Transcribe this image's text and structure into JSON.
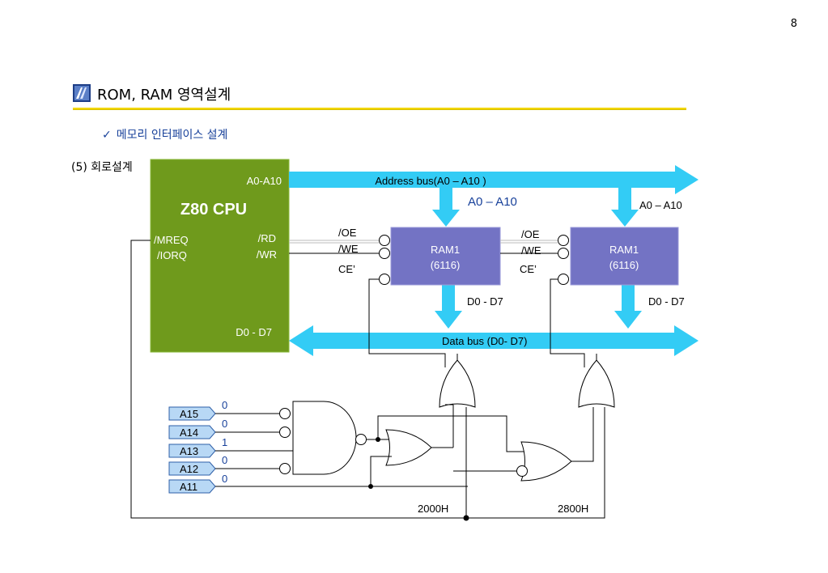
{
  "page_number": "8",
  "title": "ROM, RAM 영역설계",
  "subtitle": "메모리 인터페이스 설계",
  "section_label": "(5) 회로설계",
  "cpu": {
    "name": "Z80 CPU",
    "addr_label": "A0-A10",
    "mreq": "/MREQ",
    "iorq": "/IORQ",
    "rd": "/RD",
    "wr": "/WR",
    "data_label": "D0 - D7"
  },
  "address_bus_label": "Address bus(A0 – A10 )",
  "data_bus_label": "Data bus (D0- D7)",
  "ram1": {
    "addr_arrow_label": "A0 – A10",
    "name": "RAM1",
    "part": "(6116)",
    "oe": "/OE",
    "we": "/WE",
    "ce": "CE’",
    "data_label": "D0 - D7",
    "decode_label": "2000H"
  },
  "ram2": {
    "addr_arrow_label": "A0 – A10",
    "name": "RAM1",
    "part": "(6116)",
    "oe": "/OE",
    "we": "/WE",
    "ce": "CE’",
    "data_label": "D0 - D7",
    "decode_label": "2800H"
  },
  "address_lines": [
    {
      "name": "A15",
      "value": "0"
    },
    {
      "name": "A14",
      "value": "0"
    },
    {
      "name": "A13",
      "value": "1"
    },
    {
      "name": "A12",
      "value": "0"
    },
    {
      "name": "A11",
      "value": "0"
    }
  ],
  "colors": {
    "cpu_fill": "#6f9a1c",
    "ram_fill": "#7373c4",
    "bus_fill": "#33ccf5",
    "addr_line_fill": "#b8d8f5",
    "subtitle": "#17409a",
    "title_bar": "#f2d600"
  }
}
